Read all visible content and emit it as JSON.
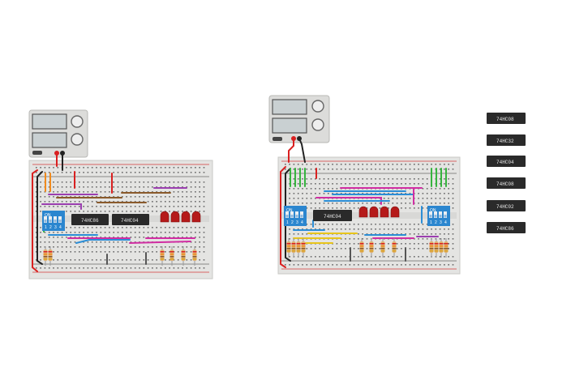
{
  "colors": {
    "board": "#e4e4e2",
    "board_edge": "#c9c9c6",
    "rail_red": "#d63a3a",
    "rail_black": "#2b2b2b",
    "hole": "#5a5a5a",
    "chip": "#2a2a2a",
    "led": "#b51a1a",
    "dip": "#2b86cf",
    "psu_body": "#dcdcda",
    "wire_green": "#36b43f",
    "wire_orange": "#f08a1c",
    "wire_purple": "#9b3fb0",
    "wire_blue": "#2c8ed6",
    "wire_brown": "#8a5a2b",
    "wire_yellow": "#e8c51a",
    "wire_magenta": "#d12ea3",
    "wire_red": "#d92020",
    "wire_black": "#222222",
    "wire_gray": "#555555"
  },
  "circuit1": {
    "chips": [
      "74HC86",
      "74HC04"
    ],
    "dip_label": "ON",
    "dip_numbers": [
      "1",
      "2",
      "3",
      "4"
    ],
    "led_count": 4,
    "resistor_count": 6
  },
  "circuit2": {
    "chips": [
      "74HC04"
    ],
    "dip_label": "ON",
    "dip_numbers": [
      "1",
      "2",
      "3",
      "4"
    ],
    "led_count": 4,
    "resistor_count": 12
  },
  "parts_bin": {
    "chips": [
      "74HC08",
      "74HC32",
      "74HC04",
      "74HC08",
      "74HC02",
      "74HC86"
    ]
  }
}
